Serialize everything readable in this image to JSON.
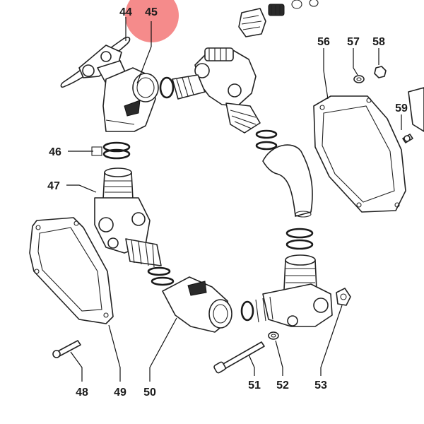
{
  "callouts": {
    "c44": "44",
    "c45": "45",
    "c46": "46",
    "c47": "47",
    "c48": "48",
    "c49": "49",
    "c50": "50",
    "c51": "51",
    "c52": "52",
    "c53": "53",
    "c56": "56",
    "c57": "57",
    "c58": "58",
    "c59": "59"
  },
  "highlight": {
    "callout": "45",
    "color": "#ef4444"
  }
}
